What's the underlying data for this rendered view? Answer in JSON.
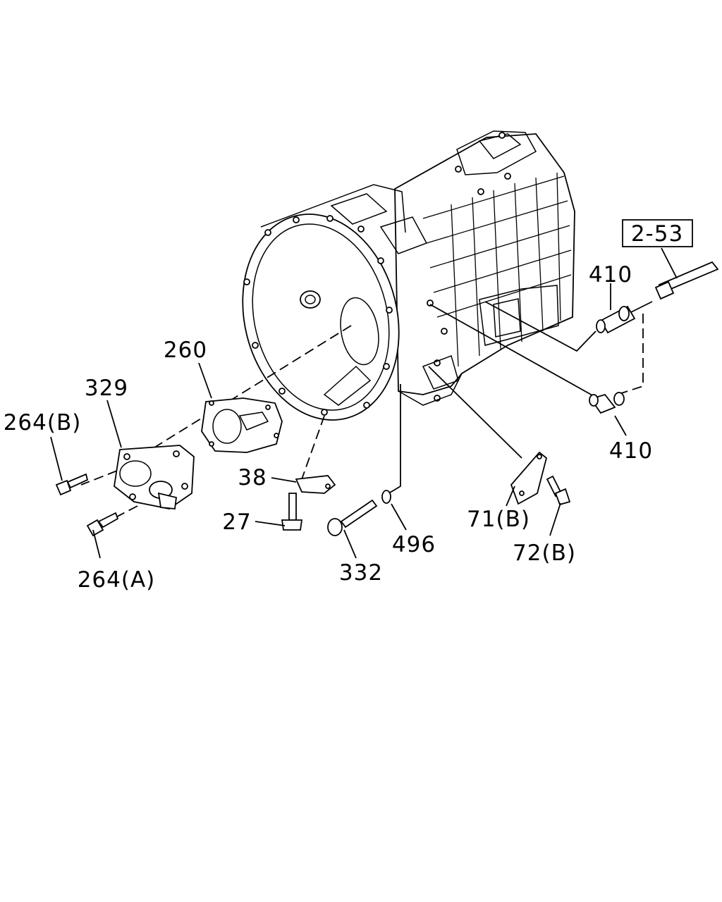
{
  "diagram": {
    "callouts": [
      {
        "id": "ref-2-53",
        "text": "2-53",
        "boxed": true
      },
      {
        "id": "410-top",
        "text": "410"
      },
      {
        "id": "410-bottom",
        "text": "410"
      },
      {
        "id": "260",
        "text": "260"
      },
      {
        "id": "329",
        "text": "329"
      },
      {
        "id": "264B",
        "text": "264(B)"
      },
      {
        "id": "264A",
        "text": "264(A)"
      },
      {
        "id": "38",
        "text": "38"
      },
      {
        "id": "27",
        "text": "27"
      },
      {
        "id": "332",
        "text": "332"
      },
      {
        "id": "496",
        "text": "496"
      },
      {
        "id": "71B",
        "text": "71(B)"
      },
      {
        "id": "72B",
        "text": "72(B)"
      }
    ]
  }
}
